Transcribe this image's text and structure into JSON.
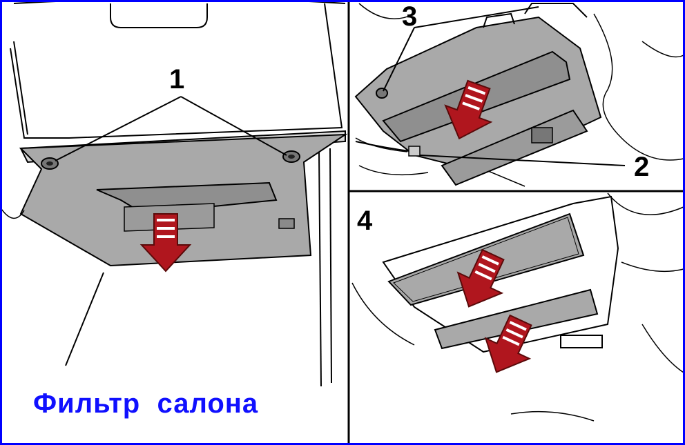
{
  "callouts": {
    "c1": "1",
    "c2": "2",
    "c3": "3",
    "c4": "4"
  },
  "caption": "Фильтр  салона",
  "colors": {
    "caption": "#1010ff",
    "frame": "#0000ff",
    "arrow": "#b0161e",
    "panel_gray": "#a9a9a9",
    "line": "#000000"
  }
}
